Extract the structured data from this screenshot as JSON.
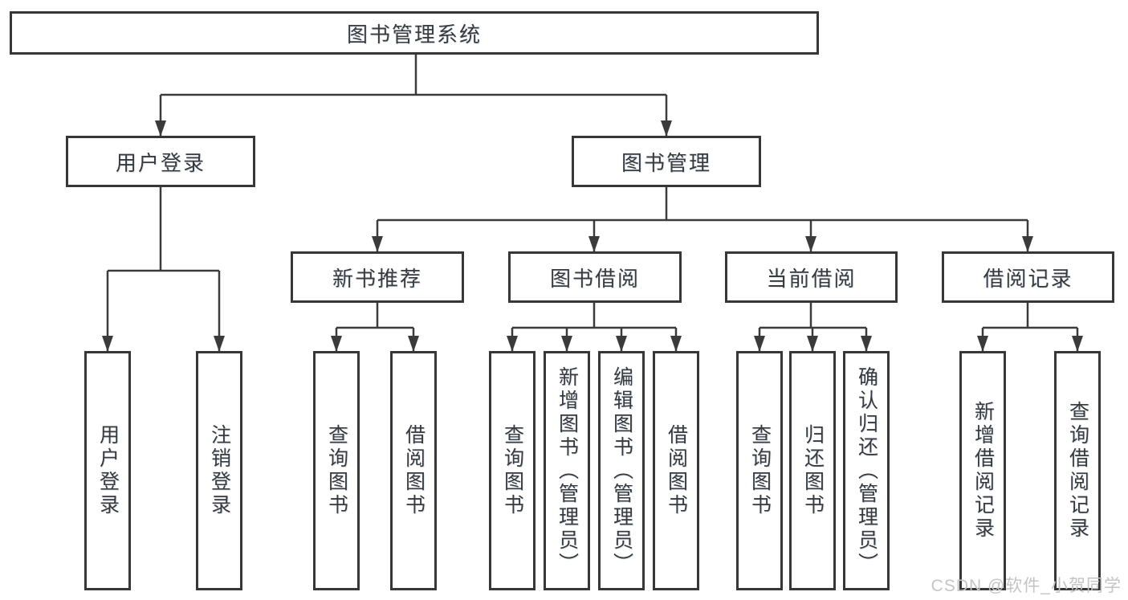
{
  "colors": {
    "line": "#3b3b3b",
    "box_border": "#373737",
    "text": "#3a3a3a",
    "watermark": "#c4c4c4",
    "background": "#ffffff"
  },
  "root": {
    "label": "图书管理系统"
  },
  "level2": {
    "user_login": {
      "label": "用户登录"
    },
    "book_mgmt": {
      "label": "图书管理"
    }
  },
  "level3": {
    "new_book_rec": {
      "label": "新书推荐"
    },
    "book_borrow": {
      "label": "图书借阅"
    },
    "current_borrow": {
      "label": "当前借阅"
    },
    "borrow_record": {
      "label": "借阅记录"
    }
  },
  "leaves": {
    "user_login": [
      "用户登录",
      "注销登录"
    ],
    "new_book_rec": [
      "查询图书",
      "借阅图书"
    ],
    "book_borrow": [
      "查询图书",
      "新增图书（管理员）",
      "编辑图书（管理员）",
      "借阅图书"
    ],
    "current_borrow": [
      "查询图书",
      "归还图书",
      "确认归还（管理员）"
    ],
    "borrow_record": [
      "新增借阅记录",
      "查询借阅记录"
    ]
  },
  "watermark": "CSDN @软件_小贺同学"
}
